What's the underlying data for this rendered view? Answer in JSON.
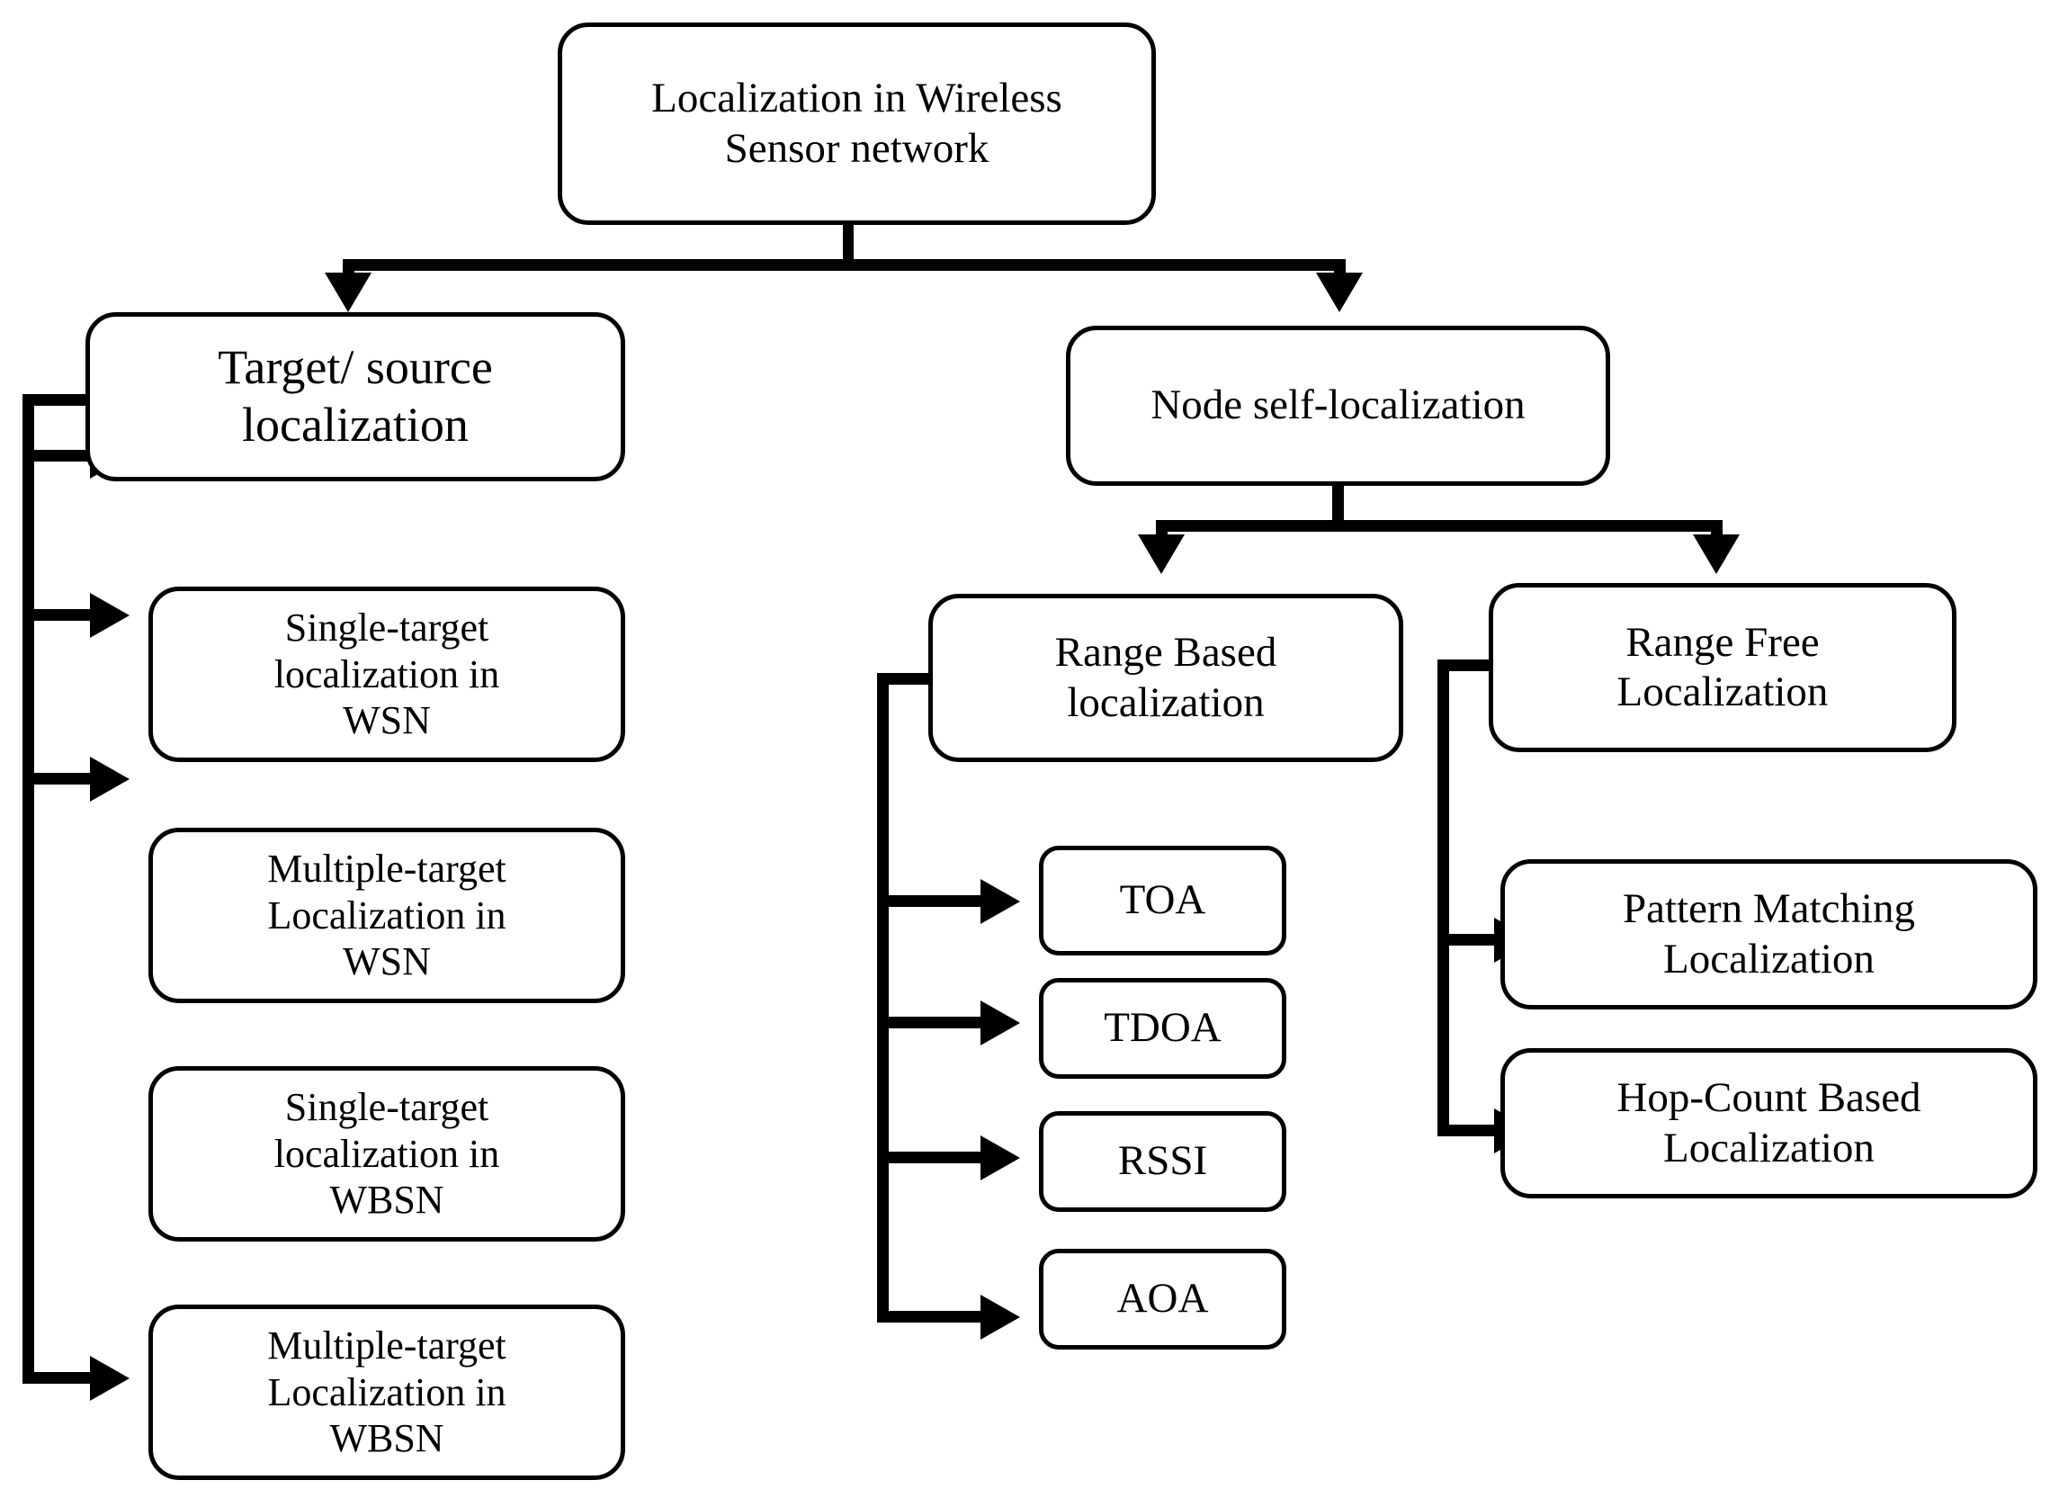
{
  "diagram": {
    "title_text": "Localization in Wireless Sensor network",
    "nodes": {
      "root": "Localization in Wireless\nSensor network",
      "target_source": "Target/ source\nlocalization",
      "node_self": "Node self-localization",
      "single_target_wsn": "Single-target\nlocalization in\nWSN",
      "multiple_target_wsn": "Multiple-target\nLocalization in\nWSN",
      "single_target_wbsn": "Single-target\nlocalization in\nWBSN",
      "multiple_target_wbsn": "Multiple-target\nLocalization in\nWBSN",
      "range_based": "Range Based\nlocalization",
      "range_free": "Range Free\nLocalization",
      "toa": "TOA",
      "tdoa": "TDOA",
      "rssi": "RSSI",
      "aoa": "AOA",
      "pattern_matching": "Pattern Matching\nLocalization",
      "hop_count": "Hop-Count Based\nLocalization"
    },
    "colors": {
      "stroke": "#000000",
      "fill": "#ffffff",
      "text": "#000000"
    }
  }
}
